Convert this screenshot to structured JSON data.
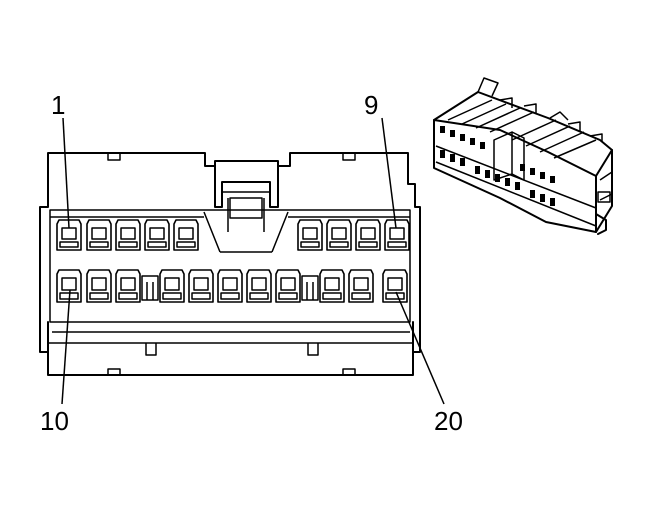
{
  "diagram": {
    "pin_labels": {
      "top_left": "1",
      "top_right": "9",
      "bottom_left": "10",
      "bottom_right": "20"
    },
    "connector": {
      "top_row_cavities": 9,
      "bottom_row_cavities": 11
    }
  }
}
